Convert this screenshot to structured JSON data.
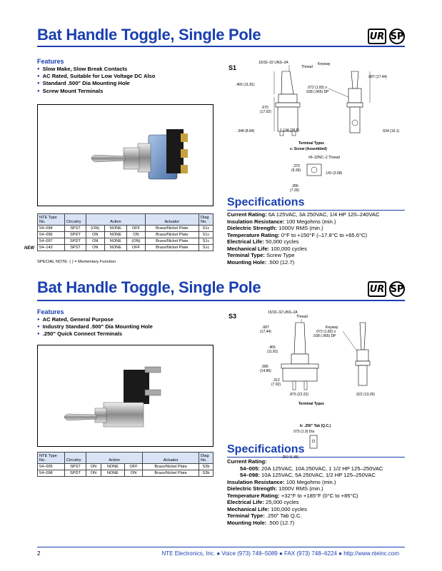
{
  "page_number": "2",
  "footer": {
    "company": "NTE Electronics, Inc.",
    "voice": "Voice (973) 748–5089",
    "fax": "FAX (973) 748–6224",
    "web": "http://www.nteinc.com"
  },
  "certs": [
    "UR",
    "SP"
  ],
  "sections": [
    {
      "title": "Bat Handle Toggle, Single Pole",
      "features_heading": "Features",
      "features": [
        "Slow Make, Slow Break Contacts",
        "AC Rated, Suitable for Low Voltage DC Also",
        "Standard .500\" Dia Mounting Hole",
        "Screw Mount Terminals"
      ],
      "table": {
        "headers": [
          "NTE Type No.",
          "Circuitry",
          "Action",
          "Actuator",
          "Diag No."
        ],
        "rows": [
          [
            "54–094",
            "SPST",
            "(ON)",
            "NONE",
            "OFF",
            "Brass/Nickel Plate",
            "S1c"
          ],
          [
            "54–096",
            "SPDT",
            "ON",
            "NONE",
            "ON",
            "Brass/Nickel Plate",
            "S1c"
          ],
          [
            "54–097",
            "SPDT",
            "ON",
            "NONE",
            "(ON)",
            "Brass/Nickel Plate",
            "S1c"
          ],
          [
            "54–143",
            "SPST",
            "ON",
            "NONE",
            "OFF",
            "Brass/Nickel Plate",
            "S1c"
          ]
        ]
      },
      "new_tag": "NEW",
      "note": "SPECIAL NOTE:  ( ) = Momentary Function",
      "diagram": {
        "id": "S1",
        "thread": "15/32–32 UNS–2A",
        "thread2": "Thread",
        "dims": [
          ".465 (11.81)",
          ".670",
          "(17.02)",
          ".348 (8.84)",
          "1.134 (28.8)",
          ".687 (17.44)",
          ".634 (16.1)",
          "Keyway",
          ".072 (1.82) x",
          ".038 (.965) DP"
        ],
        "terminal_types": "Terminal Types",
        "terminal_sub": "c:  Screw (Assembled)",
        "terminal_dims": [
          "#6–32NC–2 Thread",
          ".370",
          "(9.39)",
          ".141  (3.58)",
          ".286",
          "(7.26)"
        ]
      },
      "specs_heading": "Specifications",
      "specs": [
        {
          "k": "Current Rating:",
          "v": "6A 125VAC, 3A 250VAC, 1/4 HP 120–240VAC"
        },
        {
          "k": "Insulation Resistance:",
          "v": "100 Megohms (min.)"
        },
        {
          "k": "Dielectric Strength:",
          "v": "1000V RMS (min.)"
        },
        {
          "k": "Temperature Rating:",
          "v": "0°F to +150°F (–17.8°C to +65.6°C)"
        },
        {
          "k": "Electrical Life:",
          "v": "50,000 cycles"
        },
        {
          "k": "Mechanical Life:",
          "v": "100,000 cycles"
        },
        {
          "k": "Terminal Type:",
          "v": "Screw Type"
        },
        {
          "k": "Mounting Hole:",
          "v": ".500 (12.7)"
        }
      ]
    },
    {
      "title": "Bat Handle Toggle, Single Pole",
      "features_heading": "Features",
      "features": [
        "AC Rated, General Purpose",
        "Industry Standard .500\" Dia Mounting Hole",
        ".250\" Quick Connect Terminals"
      ],
      "table": {
        "headers": [
          "NTE Type No.",
          "Circuitry",
          "Action",
          "Actuator",
          "Diag No."
        ],
        "rows": [
          [
            "54–005",
            "SPST",
            "ON",
            "NONE",
            "OFF",
            "Brass/Nickel Plate",
            "S3b"
          ],
          [
            "54–098",
            "SPDT",
            "ON",
            "NONE",
            "ON",
            "Brass/Nickel Plate",
            "S3b"
          ]
        ]
      },
      "diagram": {
        "id": "S3",
        "thread": "15/32–32 UNS–2A",
        "thread2": "Thread",
        "dims": [
          ".687",
          "(17.44)",
          ".465",
          "(11.81)",
          ".585",
          "(14.86)",
          ".312",
          "(7.92)",
          ".875 (22.22)",
          ".522 (13.26)",
          "Keyway",
          ".072 (1.82) x",
          ".038 (.965) DP"
        ],
        "terminal_types": "Terminal Types",
        "terminal_sub": "b:  .250\" Tab (Q.C.)",
        "terminal_dims": [
          ".075 (1.9) Dia",
          ".250 (6.35)"
        ]
      },
      "specs_heading": "Specifications",
      "specs_current_label": "Current Rating:",
      "specs_current": [
        {
          "k": "54–005:",
          "v": "20A 125VAC, 10A 250VAC, 1 1/2 HP 125–250VAC"
        },
        {
          "k": "54–098:",
          "v": "10A 125VAC, 5A 250VAC, 1/2 HP 125–250VAC"
        }
      ],
      "specs": [
        {
          "k": "Insulation Resistance:",
          "v": "100 Megohms (min.)"
        },
        {
          "k": "Dielectric Strength:",
          "v": "1000V RMS (min.)"
        },
        {
          "k": "Temperature Rating:",
          "v": "+32°F to +185°F (0°C to +85°C)"
        },
        {
          "k": "Electrical Life:",
          "v": "25,000 cycles"
        },
        {
          "k": "Mechanical Life:",
          "v": "100,000 cycles"
        },
        {
          "k": "Terminal Type:",
          "v": ".250\" Tab Q.C."
        },
        {
          "k": "Mounting Hole:",
          "v": ".500 (12.7)"
        }
      ]
    }
  ]
}
